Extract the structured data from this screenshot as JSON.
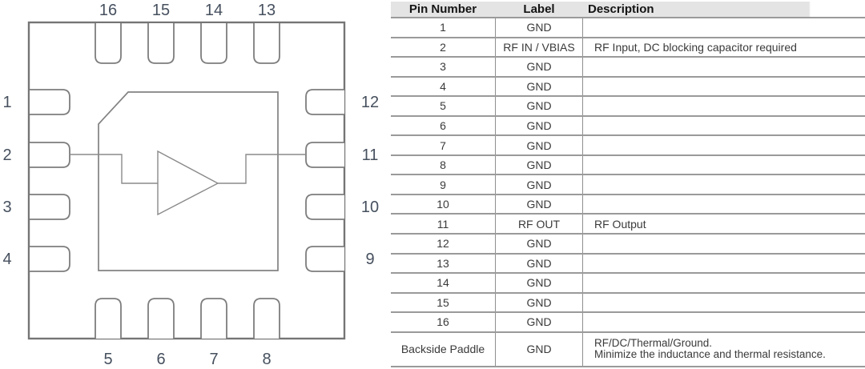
{
  "diagram": {
    "top_pins": [
      "16",
      "15",
      "14",
      "13"
    ],
    "left_pins": [
      "1",
      "2",
      "3",
      "4"
    ],
    "right_pins": [
      "12",
      "11",
      "10",
      "9"
    ],
    "bottom_pins": [
      "5",
      "6",
      "7",
      "8"
    ]
  },
  "table": {
    "headers": {
      "pin": "Pin Number",
      "label": "Label",
      "description": "Description"
    },
    "rows": [
      {
        "pin": "1",
        "label": "GND",
        "description": ""
      },
      {
        "pin": "2",
        "label": "RF IN / VBIAS",
        "description": "RF Input, DC blocking capacitor required"
      },
      {
        "pin": "3",
        "label": "GND",
        "description": ""
      },
      {
        "pin": "4",
        "label": "GND",
        "description": ""
      },
      {
        "pin": "5",
        "label": "GND",
        "description": ""
      },
      {
        "pin": "6",
        "label": "GND",
        "description": ""
      },
      {
        "pin": "7",
        "label": "GND",
        "description": ""
      },
      {
        "pin": "8",
        "label": "GND",
        "description": ""
      },
      {
        "pin": "9",
        "label": "GND",
        "description": ""
      },
      {
        "pin": "10",
        "label": "GND",
        "description": ""
      },
      {
        "pin": "11",
        "label": "RF OUT",
        "description": "RF Output"
      },
      {
        "pin": "12",
        "label": "GND",
        "description": ""
      },
      {
        "pin": "13",
        "label": "GND",
        "description": ""
      },
      {
        "pin": "14",
        "label": "GND",
        "description": ""
      },
      {
        "pin": "15",
        "label": "GND",
        "description": ""
      },
      {
        "pin": "16",
        "label": "GND",
        "description": ""
      },
      {
        "pin": "Backside Paddle",
        "label": "GND",
        "description": "RF/DC/Thermal/Ground.\nMinimize the inductance and thermal resistance."
      }
    ]
  },
  "colors": {
    "outline_gray": "#7a7a7a",
    "wire_gray": "#8a8a8a",
    "pin_number_text": "#46505e",
    "table_text": "#3a3a3a",
    "table_rule": "#9a9a9a",
    "header_background": "#e4e4e4"
  }
}
